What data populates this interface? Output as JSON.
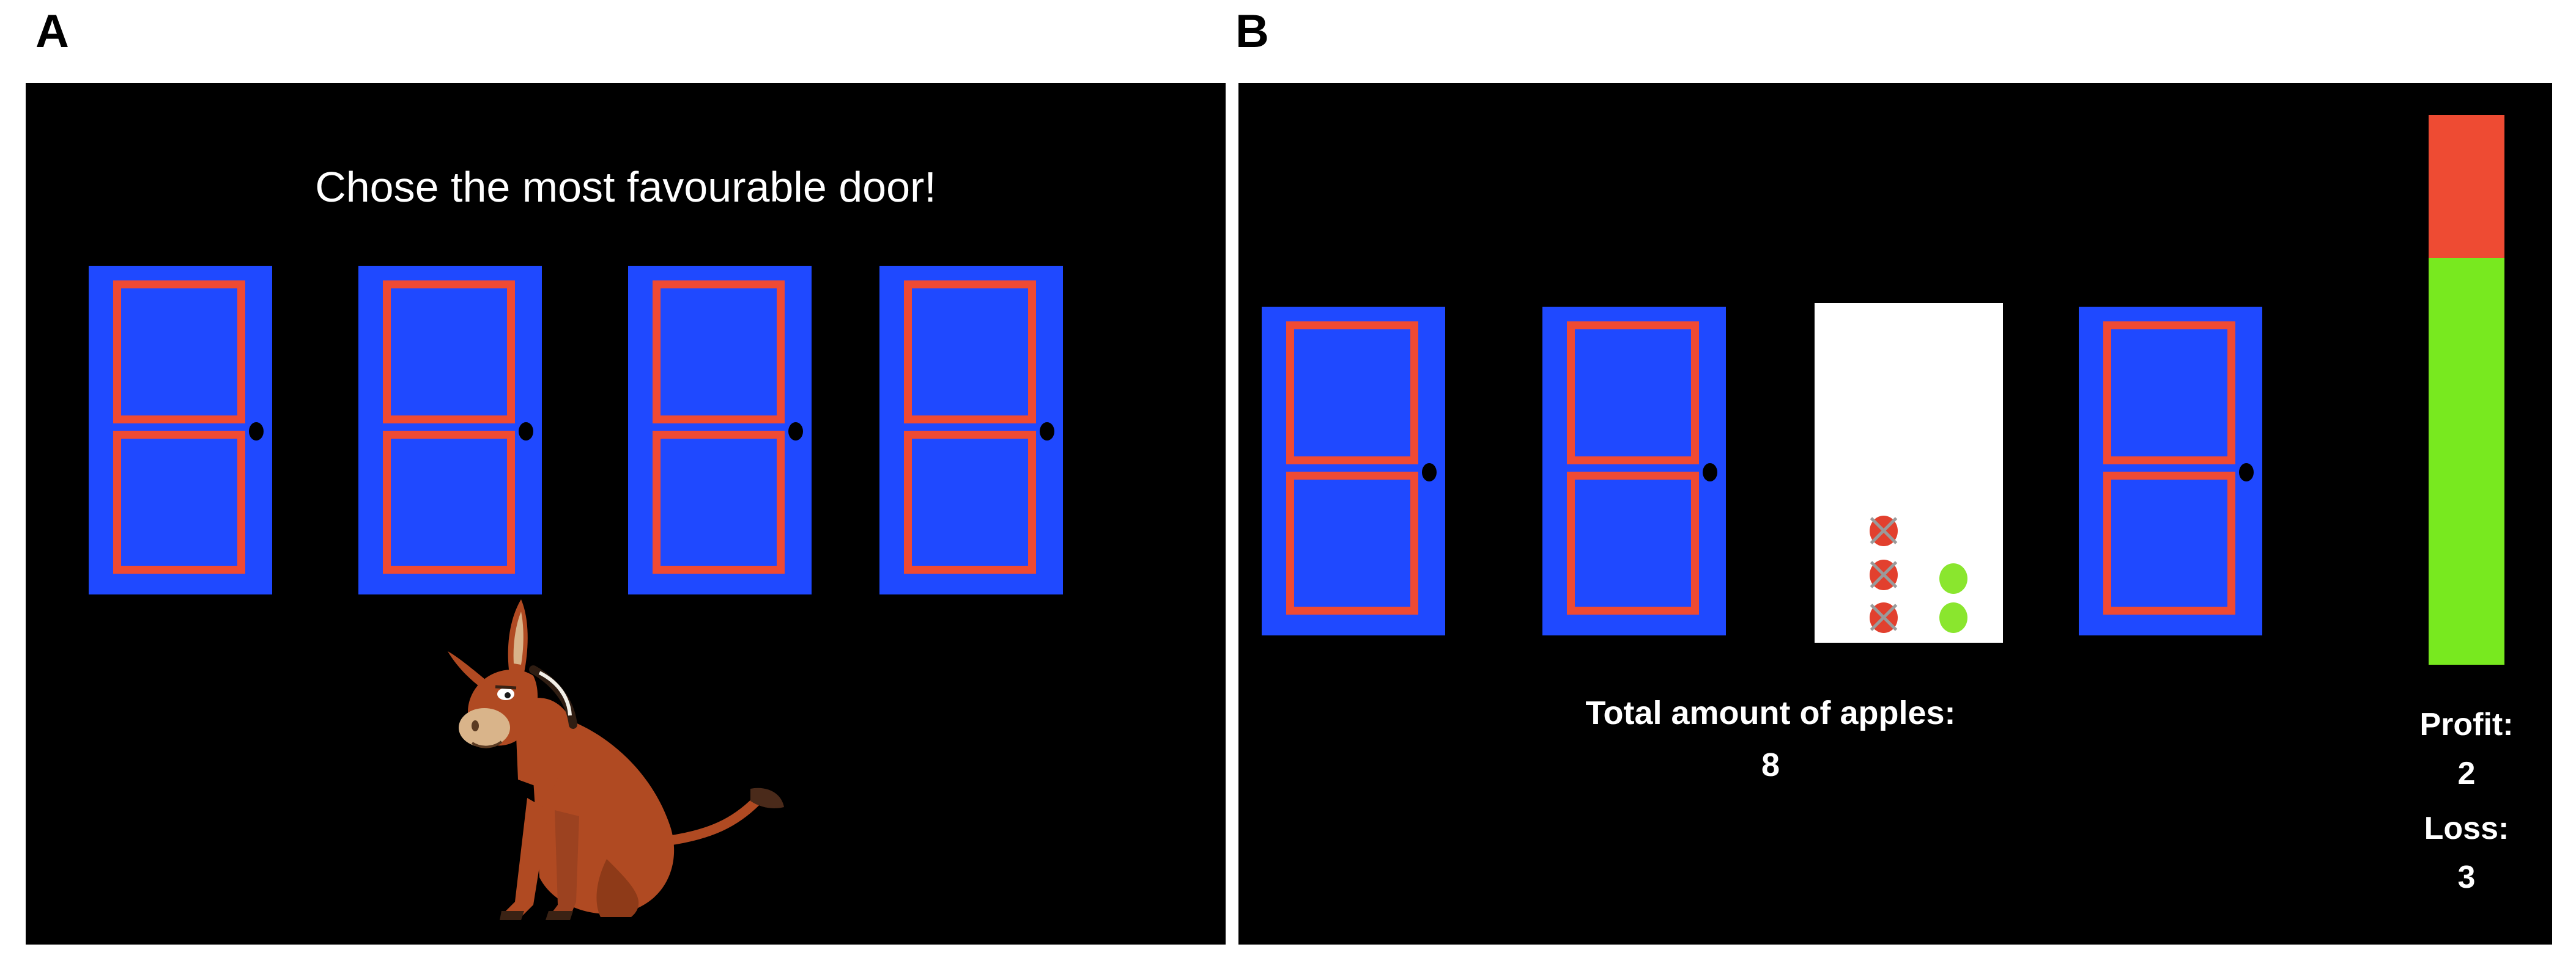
{
  "panelA": {
    "letter": "A",
    "prompt": "Chose the most favourable door!",
    "doors": [
      "door",
      "door",
      "door",
      "door"
    ],
    "character": "donkey"
  },
  "panelB": {
    "letter": "B",
    "opened_door_index": 3,
    "red_apples": 3,
    "green_apples": 2,
    "total_label": "Total amount of apples:",
    "total_value": "8",
    "profit_label": "Profit:",
    "profit_value": "2",
    "loss_label": "Loss:",
    "loss_value": "3",
    "bar_profit_fraction": 0.74,
    "bar_loss_fraction": 0.26
  },
  "colors": {
    "background": "#000000",
    "door": "#1f49ff",
    "door_frame": "#ef4a33",
    "profit": "#78e91f",
    "loss": "#ee4b33",
    "donkey": "#b04a22"
  }
}
